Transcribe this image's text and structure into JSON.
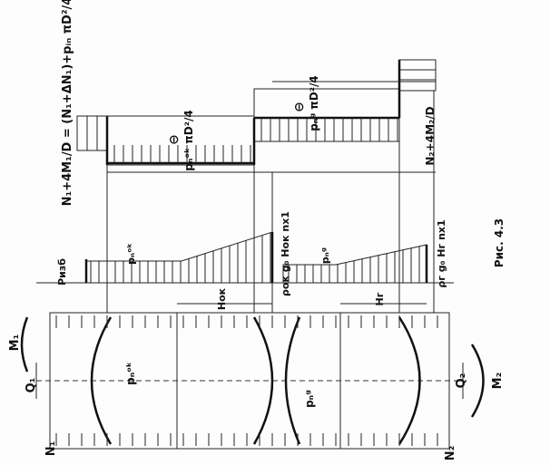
{
  "figure": {
    "caption": "Рис. 4.3",
    "force_diagram": {
      "left_formula": "N₁+4M₁/D = (N₁+ΔN₁)+pᵢₙ πD²/4",
      "ok_label": "pₙᵒᵏ πD²/4",
      "g_label": "pₙᵍ πD²/4",
      "right_label": "N₂+4M₂/D",
      "sign": "⊖"
    },
    "pressure_diagram": {
      "p_excess": "Pизб",
      "ok_pressure": "pₙᵒᵏ",
      "ok_hydro": "ρок g₀ Hок nx1",
      "g_pressure": "pₙᵍ",
      "g_hydro": "ρг g₀ Hг nx1"
    },
    "tank": {
      "H_ok": "Hок",
      "H_g": "Hг",
      "p_ok": "pₙᵒᵏ",
      "p_g": "pₙᵍ",
      "M1": "M₁",
      "Q1": "Q₁",
      "N1": "N₁",
      "M2": "M₂",
      "Q2": "Q₂",
      "N2": "N₂"
    }
  }
}
